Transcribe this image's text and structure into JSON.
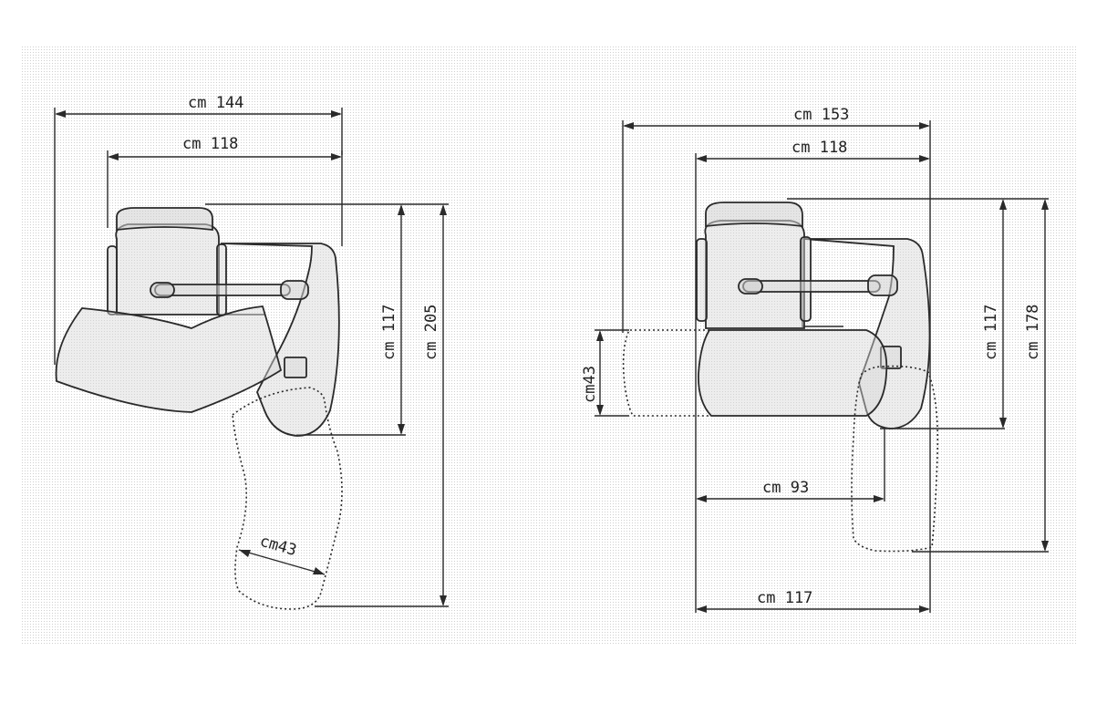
{
  "left_view": {
    "dims": {
      "overall_width": "cm 144",
      "chair_width": "cm 118",
      "depth": "cm 117",
      "extended_depth": "cm 205",
      "seat_depth": "cm43"
    }
  },
  "right_view": {
    "dims": {
      "overall_width": "cm 153",
      "chair_width": "cm 118",
      "depth": "cm 117",
      "extended_depth": "cm 178",
      "seat_depth": "cm43",
      "inner_width": "cm 93",
      "base_width": "cm 117"
    }
  }
}
